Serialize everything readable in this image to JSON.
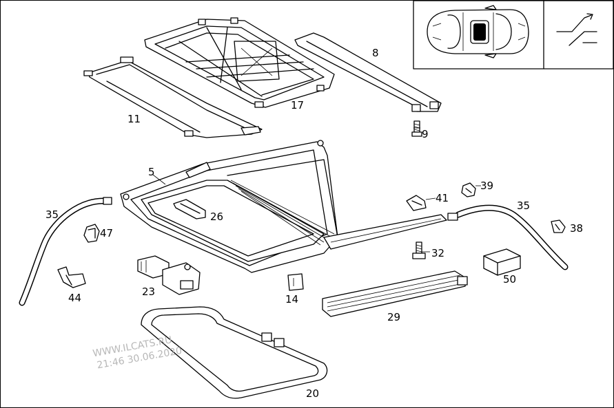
{
  "watermark": {
    "site": "WWW.ILCATS.RU",
    "timestamp": "21:46 30.06.2020"
  },
  "part_labels": {
    "p8": "8",
    "p9": "9",
    "p11": "11",
    "p17": "17",
    "p5": "5",
    "p35a": "35",
    "p26": "26",
    "p47": "47",
    "p41": "41",
    "p39": "39",
    "p35b": "35",
    "p38": "38",
    "p32": "32",
    "p44": "44",
    "p23": "23",
    "p14": "14",
    "p50": "50",
    "p29": "29",
    "p20": "20"
  },
  "colors": {
    "line": "#000000",
    "background": "#ffffff",
    "watermark": "#b8b8b8"
  },
  "icons": {
    "vehicle_view": "car-top-view-icon",
    "symbol": "slope-step-icon"
  }
}
